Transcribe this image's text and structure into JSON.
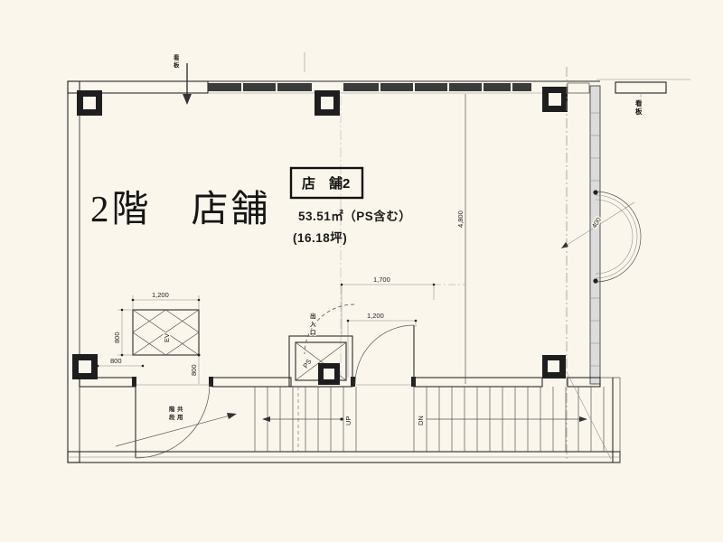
{
  "title": "2階　店舗",
  "unit": {
    "name": "店　舗2",
    "area": "53.51㎡（PS含む）",
    "tsubo": "(16.18坪)"
  },
  "annotations": {
    "kanban_top": [
      "看",
      "板"
    ],
    "kanban_right": [
      "看",
      "板"
    ],
    "stair_label": [
      "共",
      "用",
      "階",
      "段"
    ],
    "doorway_label": [
      "出",
      "入",
      "口"
    ],
    "ps": "PS",
    "ev": "EV",
    "up": "UP",
    "dn": "DN"
  },
  "dims": {
    "ev_width": "1,200",
    "ev_depth": "800",
    "ev_offset": "800",
    "entry_door": "800",
    "ps_span": "1,700",
    "door_width": "1,200",
    "room_depth": "4,800",
    "bay": "400"
  }
}
